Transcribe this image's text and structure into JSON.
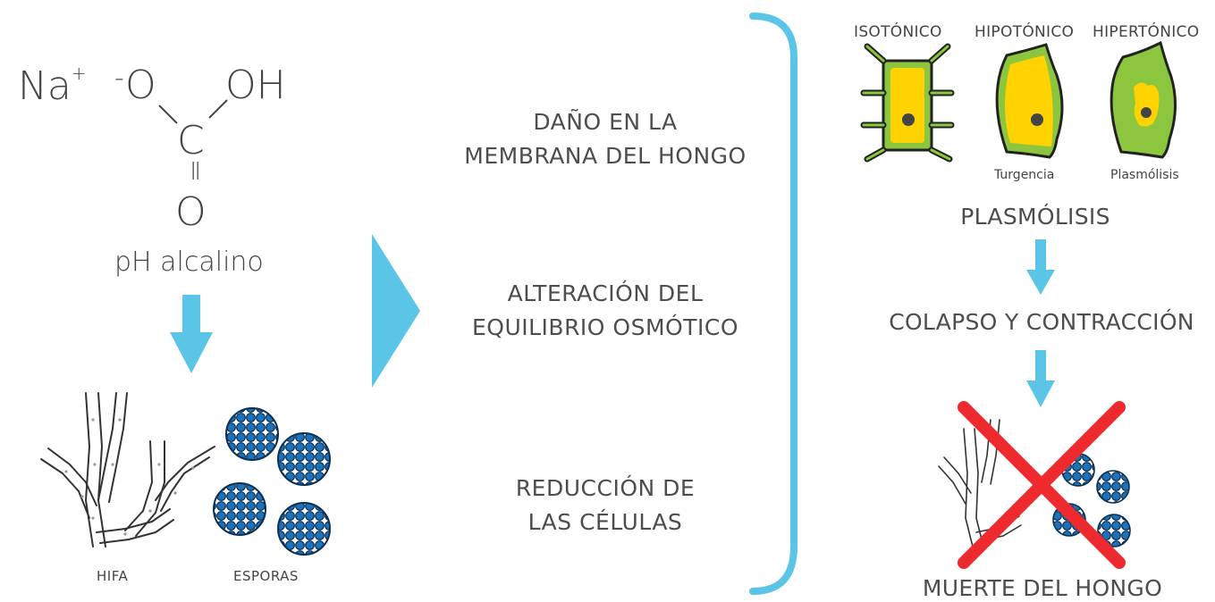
{
  "chemistry": {
    "cation": "Na",
    "cation_charge": "+",
    "anion_charge": "-",
    "o_left": "O",
    "oh": "OH",
    "carbon": "C",
    "double_bond": "=",
    "o_bottom": "O",
    "ph_label": "pH alcalino"
  },
  "organisms": {
    "hifa_label": "HIFA",
    "esporas_label": "ESPORAS"
  },
  "mechanisms": [
    {
      "line1": "DAÑO EN LA",
      "line2": "MEMBRANA DEL HONGO"
    },
    {
      "line1": "ALTERACIÓN DEL",
      "line2": "EQUILIBRIO OSMÓTICO"
    },
    {
      "line1": "REDUCCIÓN DE",
      "line2": "LAS CÉLULAS"
    }
  ],
  "cells": {
    "isotonico": "ISOTÓNICO",
    "hipotonico": "HIPOTÓNICO",
    "hipertonico": "HIPERTÓNICO",
    "turgencia": "Turgencia",
    "plasmolisis_small": "Plasmólisis"
  },
  "steps": {
    "plasmolisis": "PLASMÓLISIS",
    "colapso": "COLAPSO Y CONTRACCIÓN",
    "muerte": "MUERTE DEL HONGO"
  },
  "colors": {
    "accent": "#5bc5e8",
    "cell_green": "#8cc63f",
    "cell_yellow": "#ffd200",
    "spore_blue": "#1d72b8",
    "cross_red": "#ee2a2e",
    "text": "#4d4d4d"
  }
}
